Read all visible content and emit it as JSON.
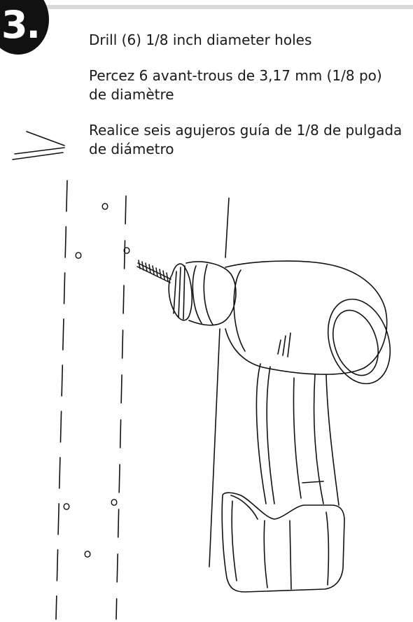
{
  "step": {
    "number": "3."
  },
  "instructions": {
    "english": "Drill (6) 1/8 inch diameter holes",
    "french": "Percez 6 avant-trous de 3,17 mm (1/8 po) de diamètre",
    "spanish": "Realice seis agujeros guía de 1/8 de pulgada de diámetro"
  },
  "colors": {
    "ink": "#111111",
    "rule": "#d9d9d9",
    "paper": "#ffffff"
  }
}
